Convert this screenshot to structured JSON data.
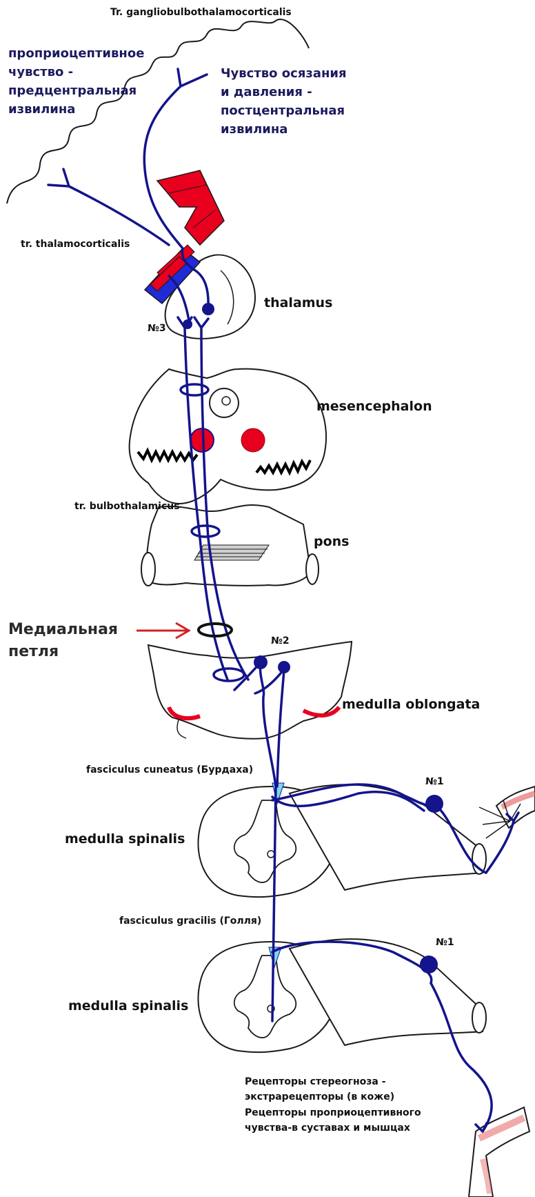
{
  "title": "Tr. gangliobulbothalamocorticalis",
  "cortex": {
    "precentral_label": "проприоцептивное чувство - предцентральная извилина",
    "postcentral_label": "Чувство осязания и давления - постцентральная извилина"
  },
  "tracts": {
    "thalamocorticalis": "tr. thalamocorticalis",
    "bulbothalamicus": "tr. bulbothalamicus",
    "fasciculus_cuneatus": "fasciculus cuneatus (Бурдаха)",
    "fasciculus_gracilis": "fasciculus gracilis (Голля)"
  },
  "structures": {
    "thalamus": "thalamus",
    "mesencephalon": "mesencephalon",
    "pons": "pons",
    "medulla_oblongata": "medulla oblongata",
    "medulla_spinalis_upper": "medulla spinalis",
    "medulla_spinalis_lower": "medulla spinalis"
  },
  "medial_lemniscus_label": "Медиальная петля",
  "neurons": {
    "third": "№3",
    "second": "№2",
    "first_upper": "№1",
    "first_lower": "№1"
  },
  "receptors": {
    "line1": "Рецепторы стереогноза - экстрарецепторы (в коже)",
    "line2": "Рецепторы проприоцептивного чувства-в суставах и мышцах"
  },
  "colors": {
    "pathway": "#14148c",
    "outline": "#1a1a1a",
    "red_nucleus": "#e8001e",
    "blue_block": "#1f2bd6",
    "nucleus_fill": "#7fd6f0",
    "arrow": "#d42020"
  }
}
